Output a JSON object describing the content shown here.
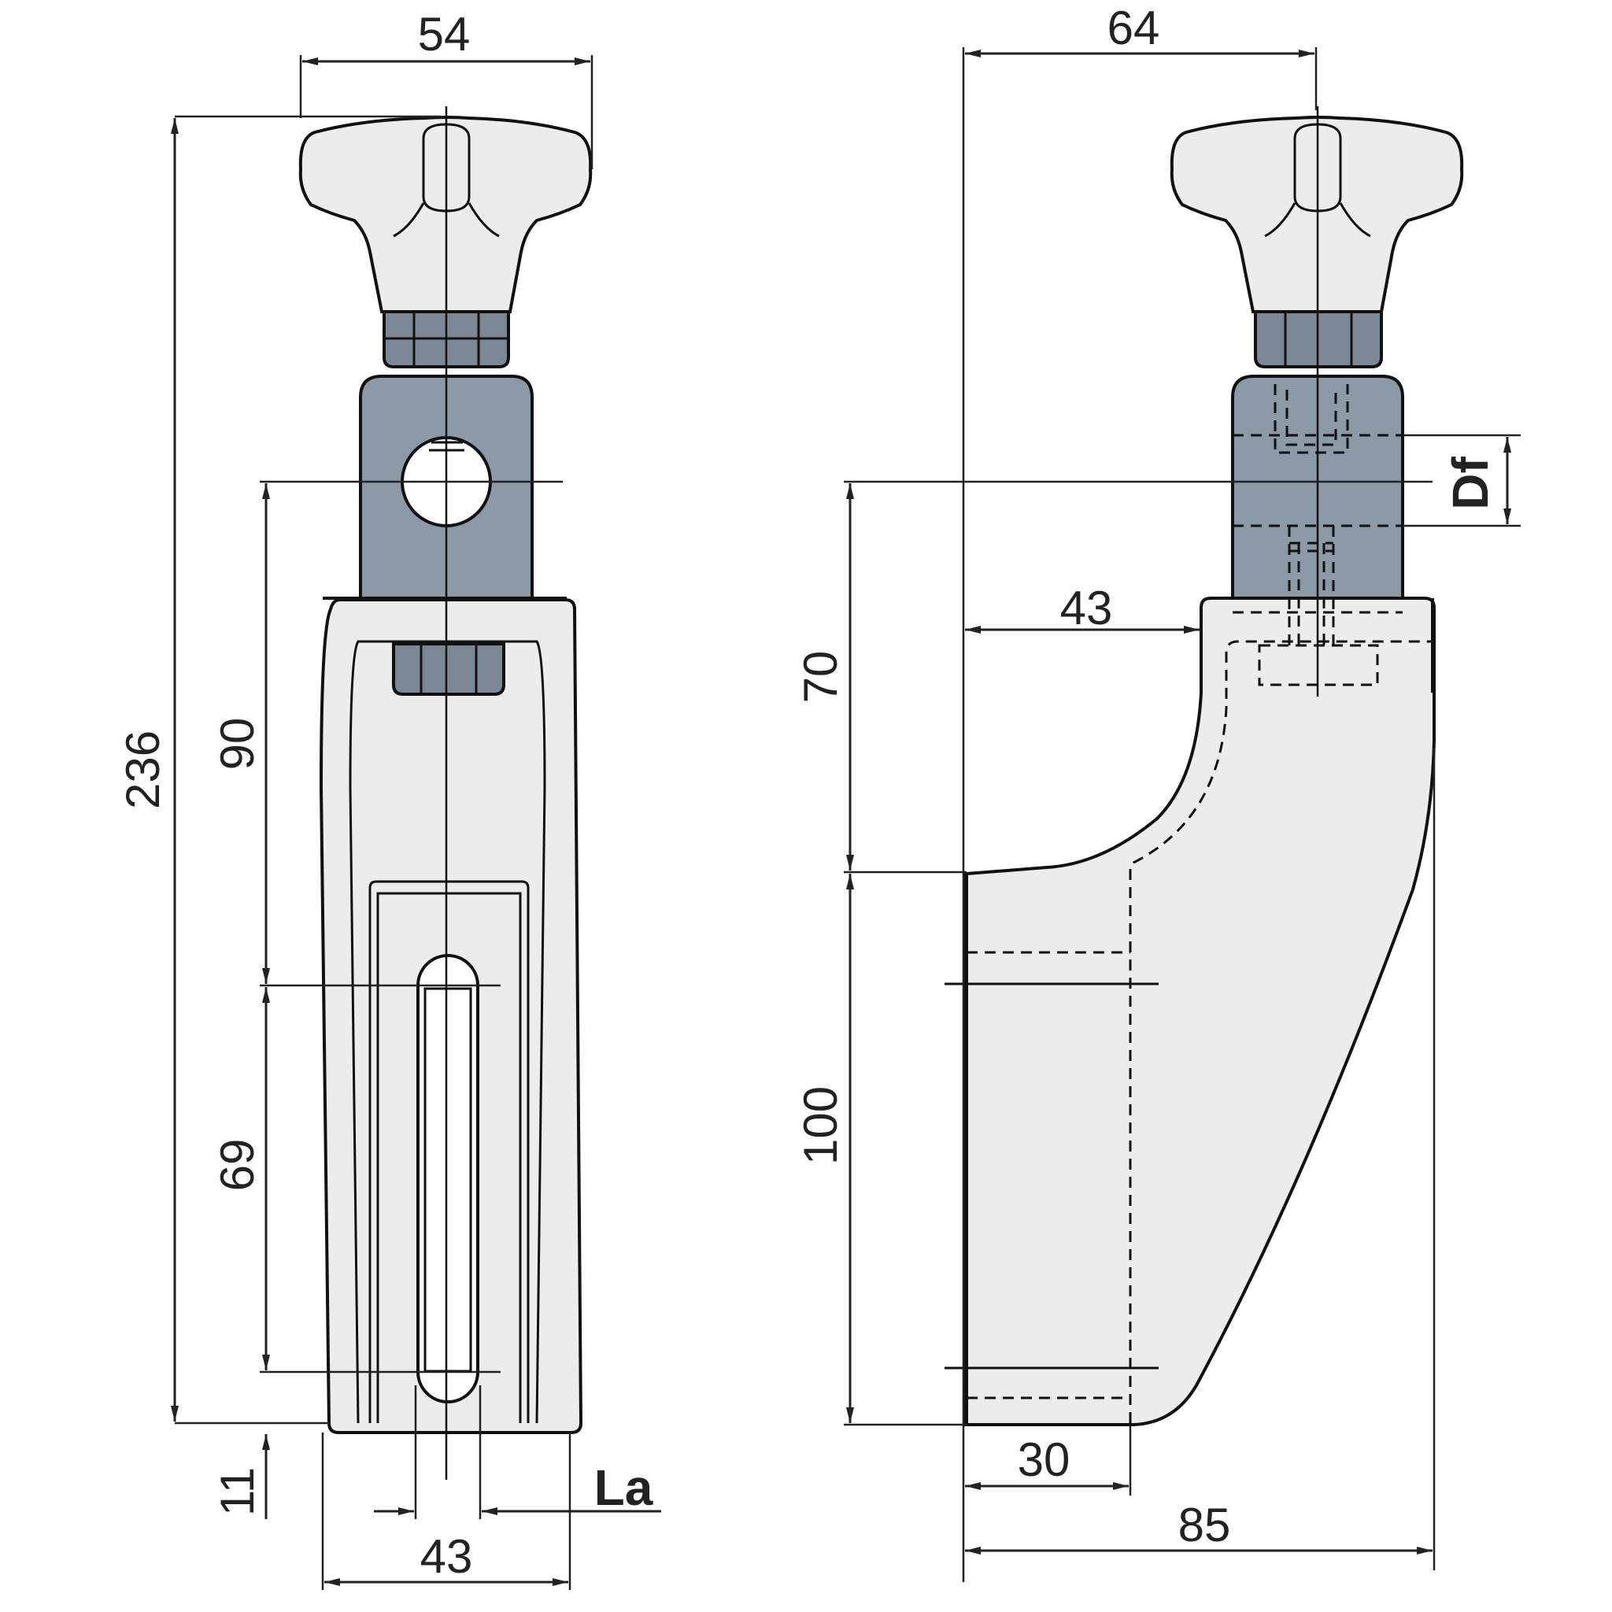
{
  "colors": {
    "body_fill": "#ebedec",
    "steel_fill": "#8c99a6",
    "nut_fill": "#7b8794",
    "line": "#111111",
    "background": "#ffffff"
  },
  "front_view": {
    "dimensions": {
      "overall_height": "236",
      "knob_width": "54",
      "upper_span": "90",
      "slot_span": "69",
      "bottom_offset": "11",
      "base_width": "43",
      "slot_width_label": "La"
    }
  },
  "side_view": {
    "dimensions": {
      "overall_width": "64",
      "hook_offset": "43",
      "upper_height": "70",
      "lower_height": "100",
      "foot_width": "30",
      "total_depth": "85",
      "hole_diameter_label": "Df"
    }
  }
}
